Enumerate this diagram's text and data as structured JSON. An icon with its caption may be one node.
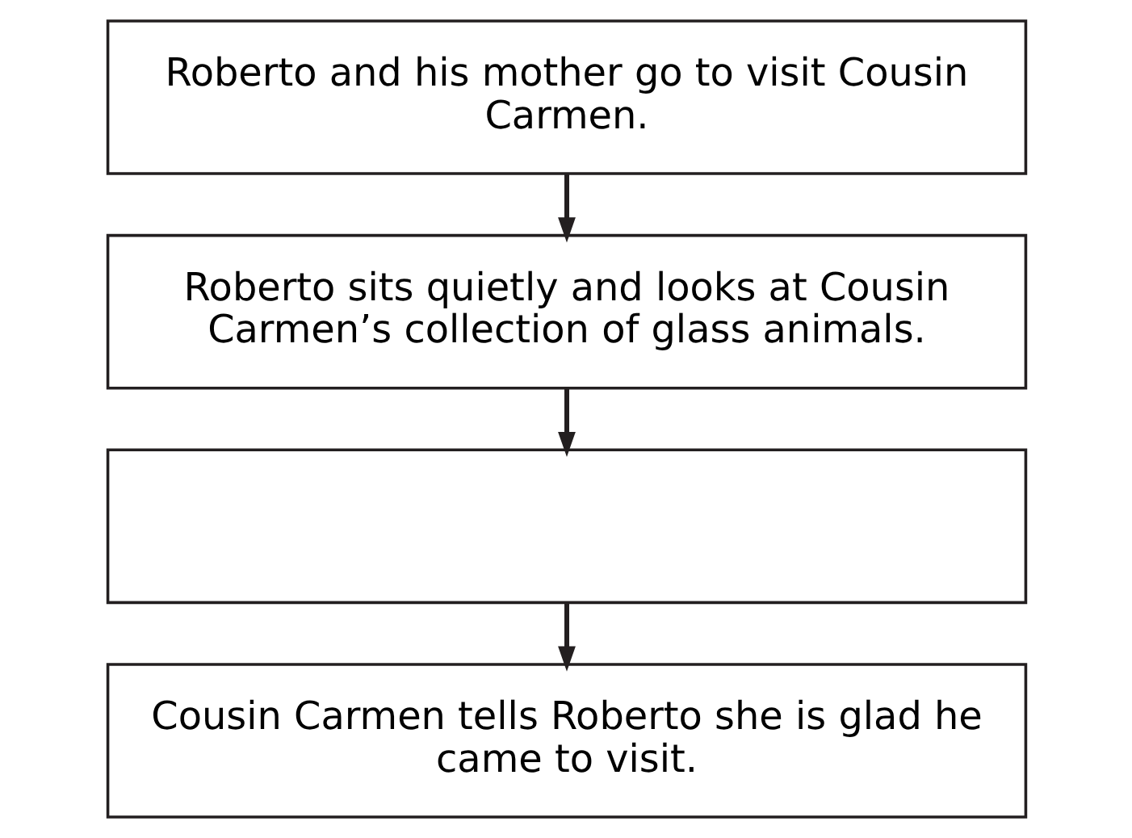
{
  "diagram": {
    "nodes": [
      {
        "text": [
          "Roberto and his mother go to visit Cousin Carmen."
        ]
      },
      {
        "text": [
          "Roberto sits quietly and looks at Cousin Carmen’s collection of glass animals."
        ]
      },
      {
        "text": [],
        "shape": "box"
      },
      {
        "text": [
          "Cousin Carmen tells Roberto she is glad he came to visit."
        ]
      }
    ],
    "edges": [
      {
        "from": 0,
        "to": 1,
        "arrow": "to"
      },
      {
        "from": 1,
        "to": 2,
        "arrow": "to"
      },
      {
        "from": 2,
        "to": 3,
        "arrow": "to"
      }
    ]
  }
}
